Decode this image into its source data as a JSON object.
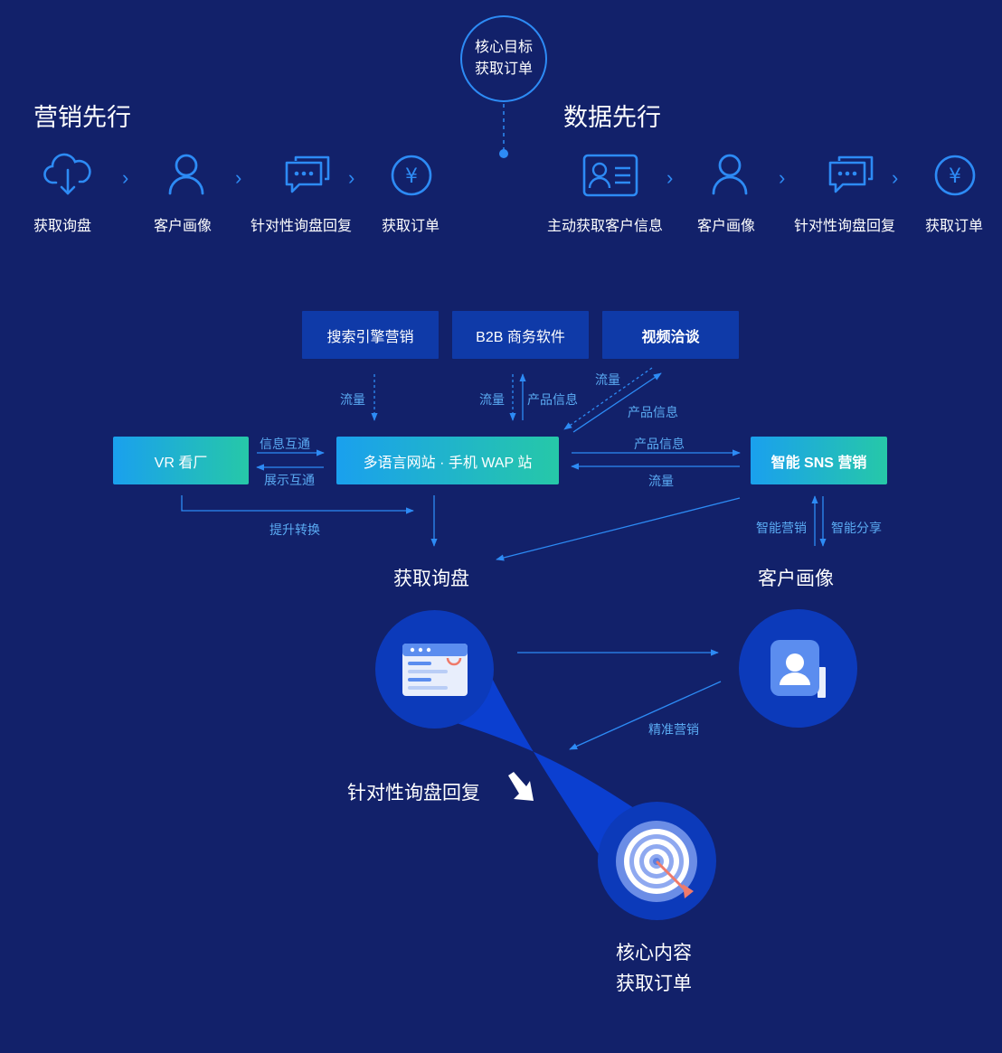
{
  "badge": {
    "line1": "核心目标",
    "line2": "获取订单"
  },
  "left_section": {
    "title": "营销先行",
    "steps": [
      {
        "label": "获取询盘",
        "icon": "cloud-download-icon"
      },
      {
        "label": "客户画像",
        "icon": "user-icon"
      },
      {
        "label": "针对性询盘回复",
        "icon": "chat-bubbles-icon"
      },
      {
        "label": "获取订单",
        "icon": "yuan-circle-icon"
      }
    ]
  },
  "right_section": {
    "title": "数据先行",
    "steps": [
      {
        "label": "主动获取客户信息",
        "icon": "id-card-icon"
      },
      {
        "label": "客户画像",
        "icon": "user-icon"
      },
      {
        "label": "针对性询盘回复",
        "icon": "chat-bubbles-icon"
      },
      {
        "label": "获取订单",
        "icon": "yuan-circle-icon"
      }
    ]
  },
  "diagram": {
    "top_boxes": [
      "搜索引擎营销",
      "B2B 商务软件",
      "视频洽谈"
    ],
    "vr_box": "VR 看厂",
    "center_box": "多语言网站 · 手机 WAP 站",
    "sns_box": "智能 SNS 营销",
    "labels": {
      "traffic": "流量",
      "product_info": "产品信息",
      "info_exchange": "信息互通",
      "display_exchange": "展示互通",
      "improve_conversion": "提升转换",
      "smart_marketing": "智能营销",
      "smart_sharing": "智能分享",
      "precise_marketing": "精准营销"
    },
    "nodes": {
      "inquiry": "获取询盘",
      "profile": "客户画像",
      "reply": "针对性询盘回复",
      "core_line1": "核心内容",
      "core_line2": "获取订单"
    }
  },
  "colors": {
    "background": "#12216a",
    "accent_blue": "#2d8bf5",
    "dark_box": "#0f3aa8",
    "gradient_start": "#1aa0ee",
    "gradient_end": "#26c8a8",
    "flow_text": "#5aaaf2",
    "circle_fill": "#0c3aba"
  }
}
